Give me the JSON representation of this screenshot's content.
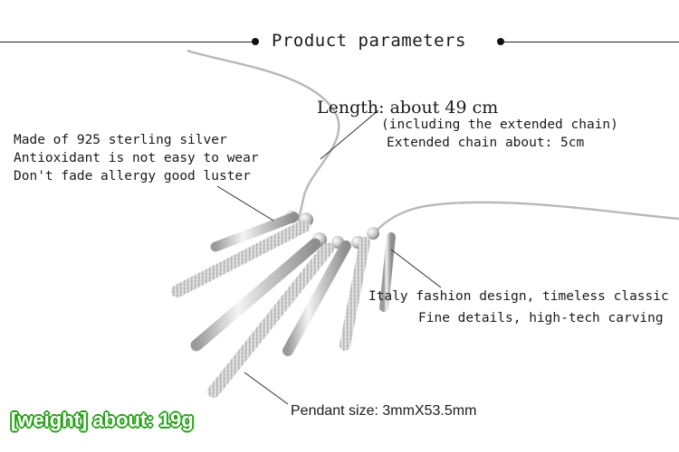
{
  "header": {
    "title": "Product parameters"
  },
  "length": {
    "main": "Length: about 49 cm",
    "note": "(including the extended chain)",
    "extended": "Extended chain about: 5cm"
  },
  "material": {
    "lines": [
      "Made of 925 sterling silver",
      "Antioxidant is not easy to wear",
      "Don't fade allergy good luster"
    ]
  },
  "design": {
    "line1": "Italy fashion design, timeless classic",
    "line2": "Fine details, high-tech carving"
  },
  "pendant": {
    "size": "Pendant size: 3mmX53.5mm"
  },
  "weight": {
    "text": "[weight] about: 19g"
  },
  "colors": {
    "silver": "#d8d8d8",
    "weight_outline": "#28a21a"
  }
}
